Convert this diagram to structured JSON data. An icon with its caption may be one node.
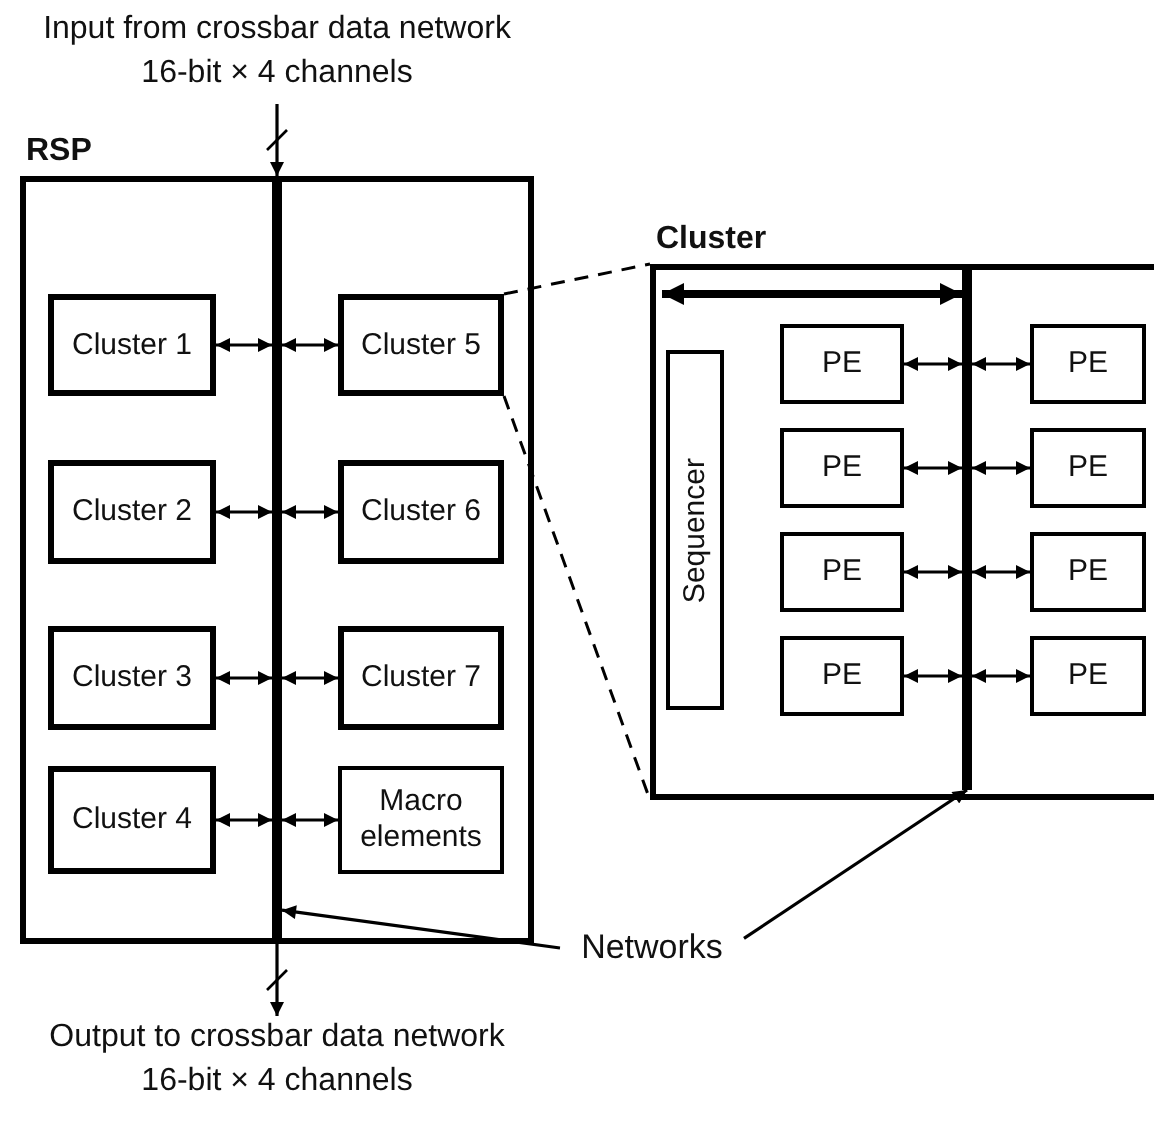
{
  "diagram": {
    "nodes": [
      {
        "text": [
          "Input from crossbar data network",
          "16-bit × 4 channels"
        ]
      },
      {
        "text": [
          "RSP"
        ]
      },
      {
        "text": [],
        "shape": "bar",
        "in": 1
      },
      {
        "text": [
          "Cluster 1"
        ],
        "in": 1
      },
      {
        "text": [
          "Cluster 5"
        ],
        "in": 1
      },
      {
        "text": [
          "Cluster 2"
        ],
        "in": 1
      },
      {
        "text": [
          "Cluster 6"
        ],
        "in": 1
      },
      {
        "text": [
          "Cluster 3"
        ],
        "in": 1
      },
      {
        "text": [
          "Cluster 7"
        ],
        "in": 1
      },
      {
        "text": [
          "Cluster 4"
        ],
        "in": 1
      },
      {
        "text": [
          "Macro elements"
        ],
        "in": 1
      },
      {
        "text": [
          "Cluster"
        ]
      },
      {
        "text": [
          "Sequencer"
        ],
        "in": 11
      },
      {
        "text": [],
        "shape": "bar",
        "in": 11
      },
      {
        "text": [
          "PE"
        ],
        "in": 11
      },
      {
        "text": [
          "PE"
        ],
        "in": 11
      },
      {
        "text": [
          "PE"
        ],
        "in": 11
      },
      {
        "text": [
          "PE"
        ],
        "in": 11
      },
      {
        "text": [
          "PE"
        ],
        "in": 11
      },
      {
        "text": [
          "PE"
        ],
        "in": 11
      },
      {
        "text": [
          "PE"
        ],
        "in": 11
      },
      {
        "text": [
          "PE"
        ],
        "in": 11
      },
      {
        "text": [
          "Networks"
        ]
      },
      {
        "text": [
          "Output to crossbar data network",
          "16-bit × 4 channels"
        ]
      }
    ],
    "edges": [
      {
        "from": 0,
        "to": 2,
        "arrow": "to"
      },
      {
        "from": 2,
        "to": 23,
        "arrow": "to"
      },
      {
        "from": 3,
        "to": 2,
        "arrow": "both"
      },
      {
        "from": 4,
        "to": 2,
        "arrow": "both"
      },
      {
        "from": 5,
        "to": 2,
        "arrow": "both"
      },
      {
        "from": 6,
        "to": 2,
        "arrow": "both"
      },
      {
        "from": 7,
        "to": 2,
        "arrow": "both"
      },
      {
        "from": 8,
        "to": 2,
        "arrow": "both"
      },
      {
        "from": 9,
        "to": 2,
        "arrow": "both"
      },
      {
        "from": 10,
        "to": 2,
        "arrow": "both"
      },
      {
        "from": null,
        "to": 13,
        "arrow": "both",
        "style": "thick"
      },
      {
        "from": 14,
        "to": 13,
        "arrow": "both"
      },
      {
        "from": 15,
        "to": 13,
        "arrow": "both"
      },
      {
        "from": 16,
        "to": 13,
        "arrow": "both"
      },
      {
        "from": 17,
        "to": 13,
        "arrow": "both"
      },
      {
        "from": 18,
        "to": 13,
        "arrow": "both"
      },
      {
        "from": 19,
        "to": 13,
        "arrow": "both"
      },
      {
        "from": 20,
        "to": 13,
        "arrow": "both"
      },
      {
        "from": 21,
        "to": 13,
        "arrow": "both"
      },
      {
        "from": 4,
        "to": 11,
        "arrow": "none",
        "style": "dashed"
      },
      {
        "from": 4,
        "to": 11,
        "arrow": "none",
        "style": "dashed"
      },
      {
        "from": 22,
        "to": 2,
        "arrow": "to"
      },
      {
        "from": 22,
        "to": 13,
        "arrow": "to"
      }
    ]
  }
}
